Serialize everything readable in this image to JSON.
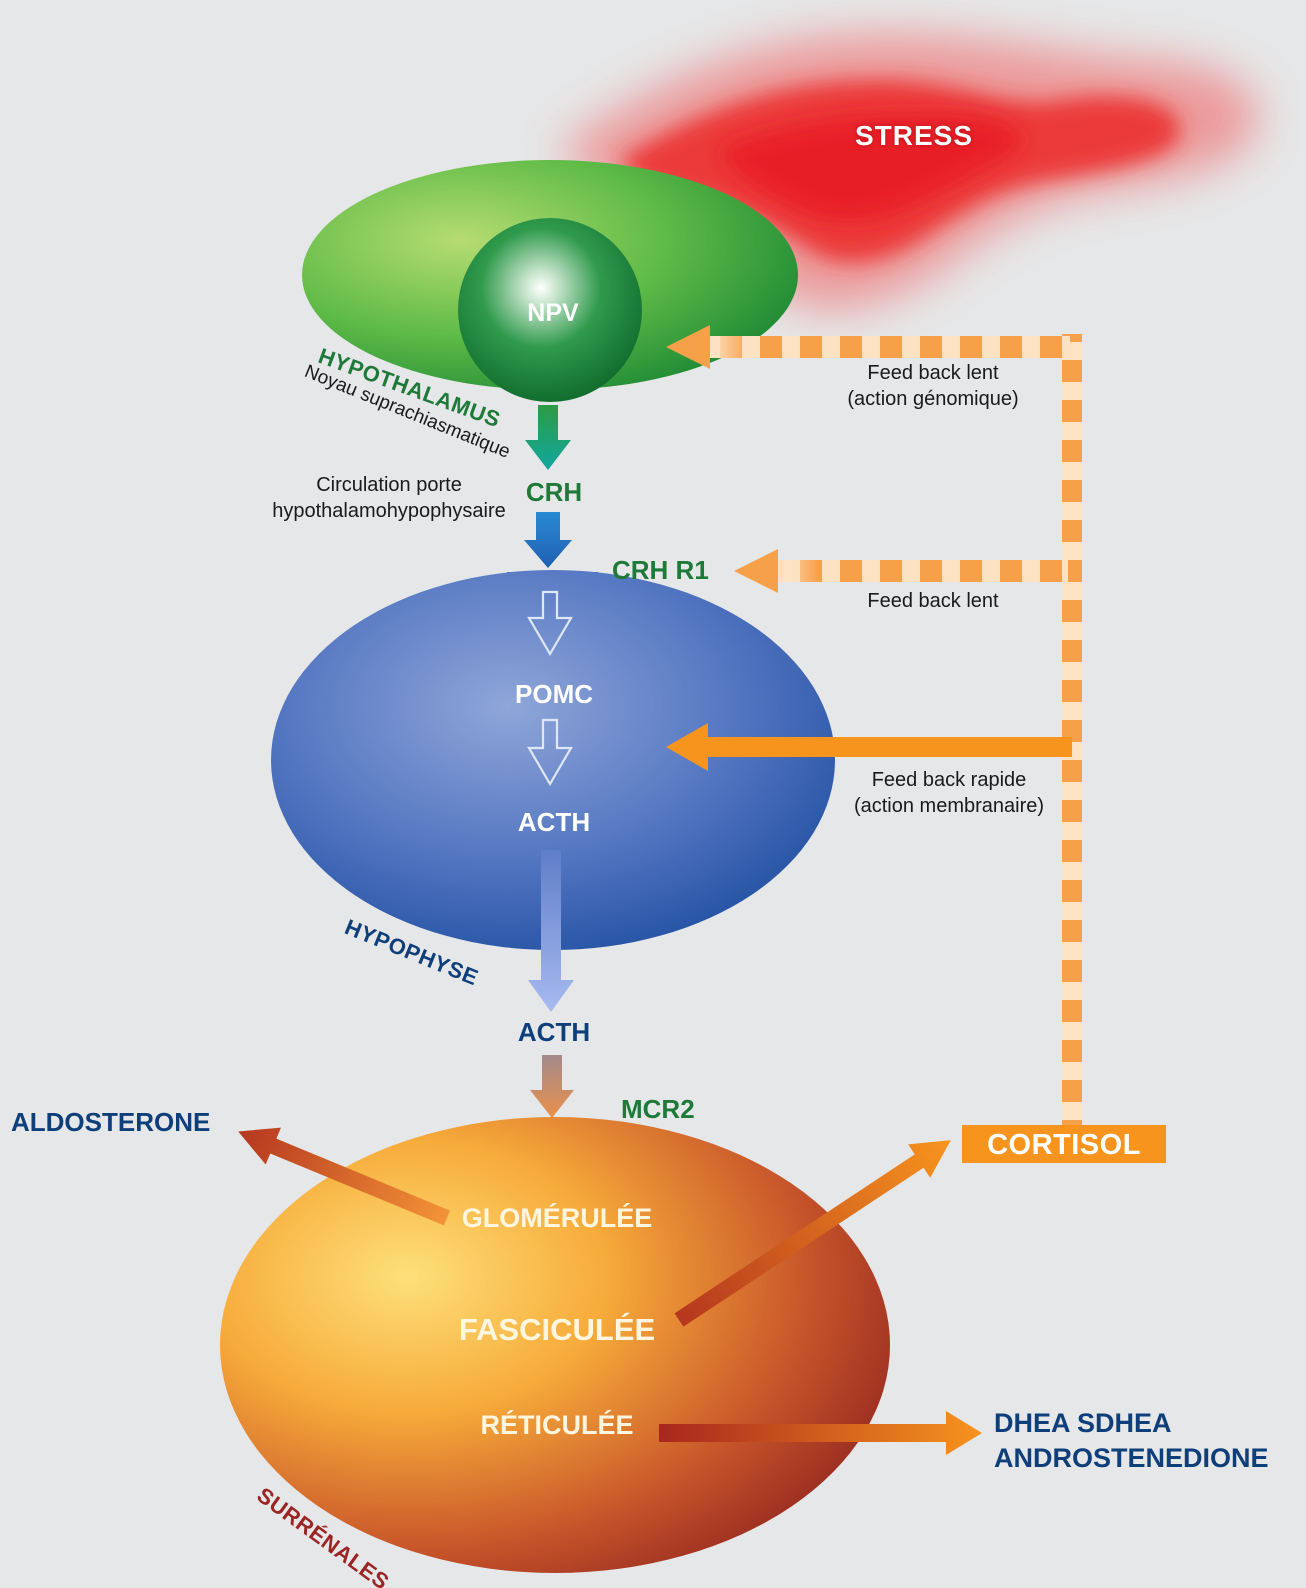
{
  "stress": "STRESS",
  "hypothalamus": {
    "nucleus": "NPV",
    "name": "HYPOTHALAMUS",
    "sublabel": "Noyau suprachiasmatique"
  },
  "portal": {
    "line1": "Circulation porte",
    "line2": "hypothalamohypophysaire"
  },
  "crh": "CRH",
  "crh_receptor": "CRH R1",
  "pituitary": {
    "pomc": "POMC",
    "acth_inner": "ACTH",
    "name": "HYPOPHYSE"
  },
  "acth_circulating": "ACTH",
  "mcr2": "MCR2",
  "adrenal": {
    "zone1": "GLOMÉRULÉE",
    "zone2": "FASCICULÉE",
    "zone3": "RÉTICULÉE",
    "name": "SURRÉNALES"
  },
  "outputs": {
    "aldosterone": "ALDOSTERONE",
    "cortisol": "CORTISOL",
    "androgens_line1": "DHEA SDHEA",
    "androgens_line2": "ANDROSTENEDIONE"
  },
  "feedback": {
    "slow_genomic_line1": "Feed back lent",
    "slow_genomic_line2": "(action génomique)",
    "slow": "Feed back lent",
    "rapid_line1": "Feed back rapide",
    "rapid_line2": "(action membranaire)"
  },
  "colors": {
    "background": "#e6e7e8",
    "stress": "#e8242a",
    "hypothalamus": "#3cab3f",
    "pituitary": "#3a63b3",
    "adrenal": "#f29a2e",
    "cortisol": "#f7941d",
    "label_green": "#1f7a3a",
    "label_navy": "#0f3f7a",
    "label_red": "#9b2424"
  }
}
